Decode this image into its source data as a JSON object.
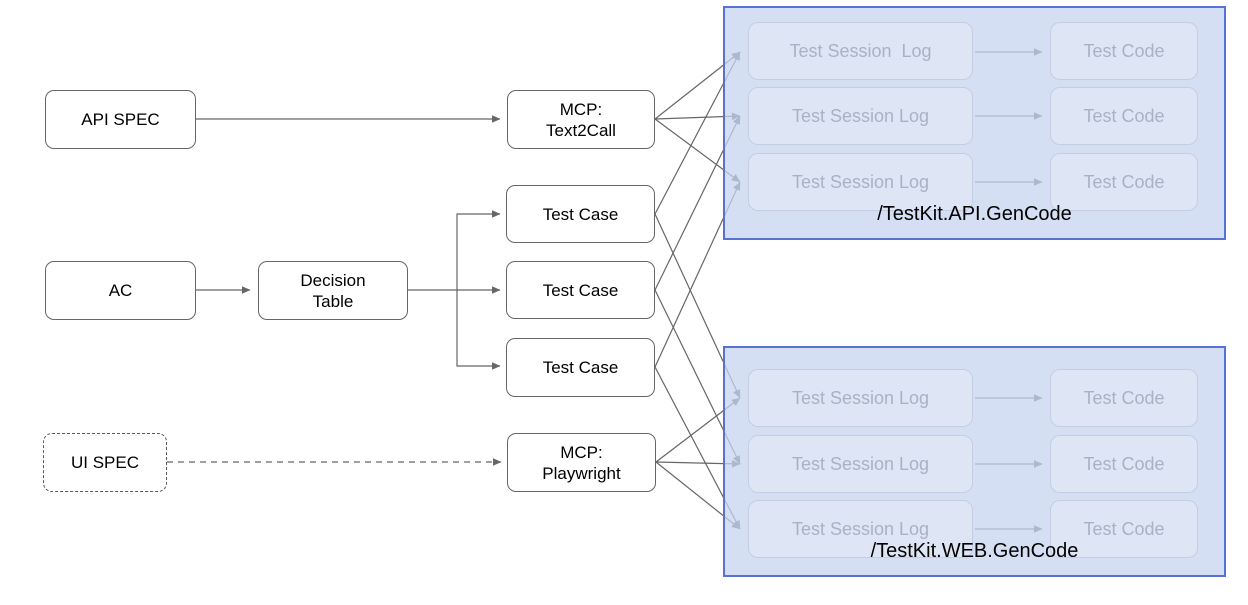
{
  "nodes": {
    "api_spec": {
      "label": "API SPEC"
    },
    "ac": {
      "label": "AC"
    },
    "decision_table": {
      "label": "Decision\nTable"
    },
    "mcp_text2call": {
      "label": "MCP:\nText2Call"
    },
    "test_case_1": {
      "label": "Test Case"
    },
    "test_case_2": {
      "label": "Test Case"
    },
    "test_case_3": {
      "label": "Test Case"
    },
    "ui_spec": {
      "label": "UI SPEC"
    },
    "mcp_playwright": {
      "label": "MCP:\nPlaywright"
    }
  },
  "panels": [
    {
      "label": "/TestKit.API.GenCode",
      "rows": [
        {
          "session": "Test Session  Log",
          "code": "Test Code"
        },
        {
          "session": "Test Session Log",
          "code": "Test Code"
        },
        {
          "session": "Test Session Log",
          "code": "Test Code"
        }
      ]
    },
    {
      "label": "/TestKit.WEB.GenCode",
      "rows": [
        {
          "session": "Test Session Log",
          "code": "Test Code"
        },
        {
          "session": "Test Session Log",
          "code": "Test Code"
        },
        {
          "session": "Test Session Log",
          "code": "Test Code"
        }
      ]
    }
  ],
  "colors": {
    "connector": "#666666",
    "node_border": "#666666",
    "panel_border": "#5572d4",
    "panel_fill": "#d8e1f5",
    "faded_text": "#aab1c4",
    "label_text": "#000000"
  }
}
